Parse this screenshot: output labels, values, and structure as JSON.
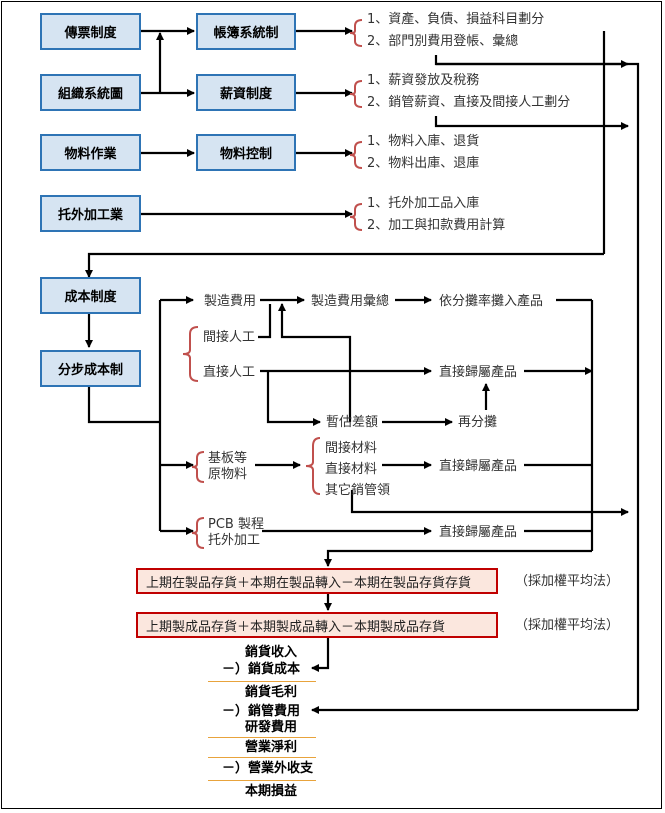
{
  "systems": {
    "voucher": "傳票制度",
    "ledger": "帳簿系統制",
    "org": "組織系統圖",
    "payroll": "薪資制度",
    "material_ops": "物料作業",
    "material_ctrl": "物料控制",
    "outsourcing": "托外加工業",
    "costing": "成本制度",
    "process_cost": "分步成本制"
  },
  "groups": {
    "ledger": [
      "1、資產、負債、損益科目劃分",
      "2、部門別費用登帳、彙總"
    ],
    "payroll": [
      "1、薪資發放及稅務",
      "2、銷管薪資、直接及間接人工劃分"
    ],
    "material": [
      "1、物料入庫、退貨",
      "2、物料出庫、退庫"
    ],
    "outsourcing": [
      "1、托外加工品入庫",
      "2、加工與扣款費用計算"
    ]
  },
  "flow": {
    "mfg_expense": "製造費用",
    "mfg_summary": "製造費用彙總",
    "allocate": "依分攤率攤入產品",
    "indirect_labor": "間接人工",
    "direct_labor": "直接人工",
    "direct_product_1": "直接歸屬產品",
    "estimate_diff": "暫估差額",
    "reallocate": "再分攤",
    "substrate_1": "基板等",
    "substrate_2": "原物料",
    "indirect_material": "間接材料",
    "direct_material": "直接材料",
    "other_sga": "其它銷管領",
    "direct_product_2": "直接歸屬產品",
    "pcb_1": "PCB 製程",
    "pcb_2": "托外加工",
    "direct_product_3": "直接歸屬產品"
  },
  "formulas": {
    "wip": "上期在製品存貨＋本期在製品轉入－本期在製品存貨存貨",
    "wip_method": "（採加權平均法）",
    "fg": "上期製成品存貨＋本期製成品轉入－本期製成品存貨",
    "fg_method": "（採加權平均法）"
  },
  "statement": {
    "sales": "銷貨收入",
    "cogs": "－）銷貨成本",
    "gross": "銷貨毛利",
    "sga": "－）銷管費用",
    "rd": "研發費用",
    "op_income": "營業淨利",
    "non_op": "－）營業外收支",
    "net": "本期損益"
  },
  "colors": {
    "box_fill": "#d6e4f2",
    "box_border": "#2e74b5",
    "formula_fill": "#fbe7de",
    "formula_border": "#c00000",
    "brace": "#c0504d",
    "underline": "#e8a33c"
  }
}
